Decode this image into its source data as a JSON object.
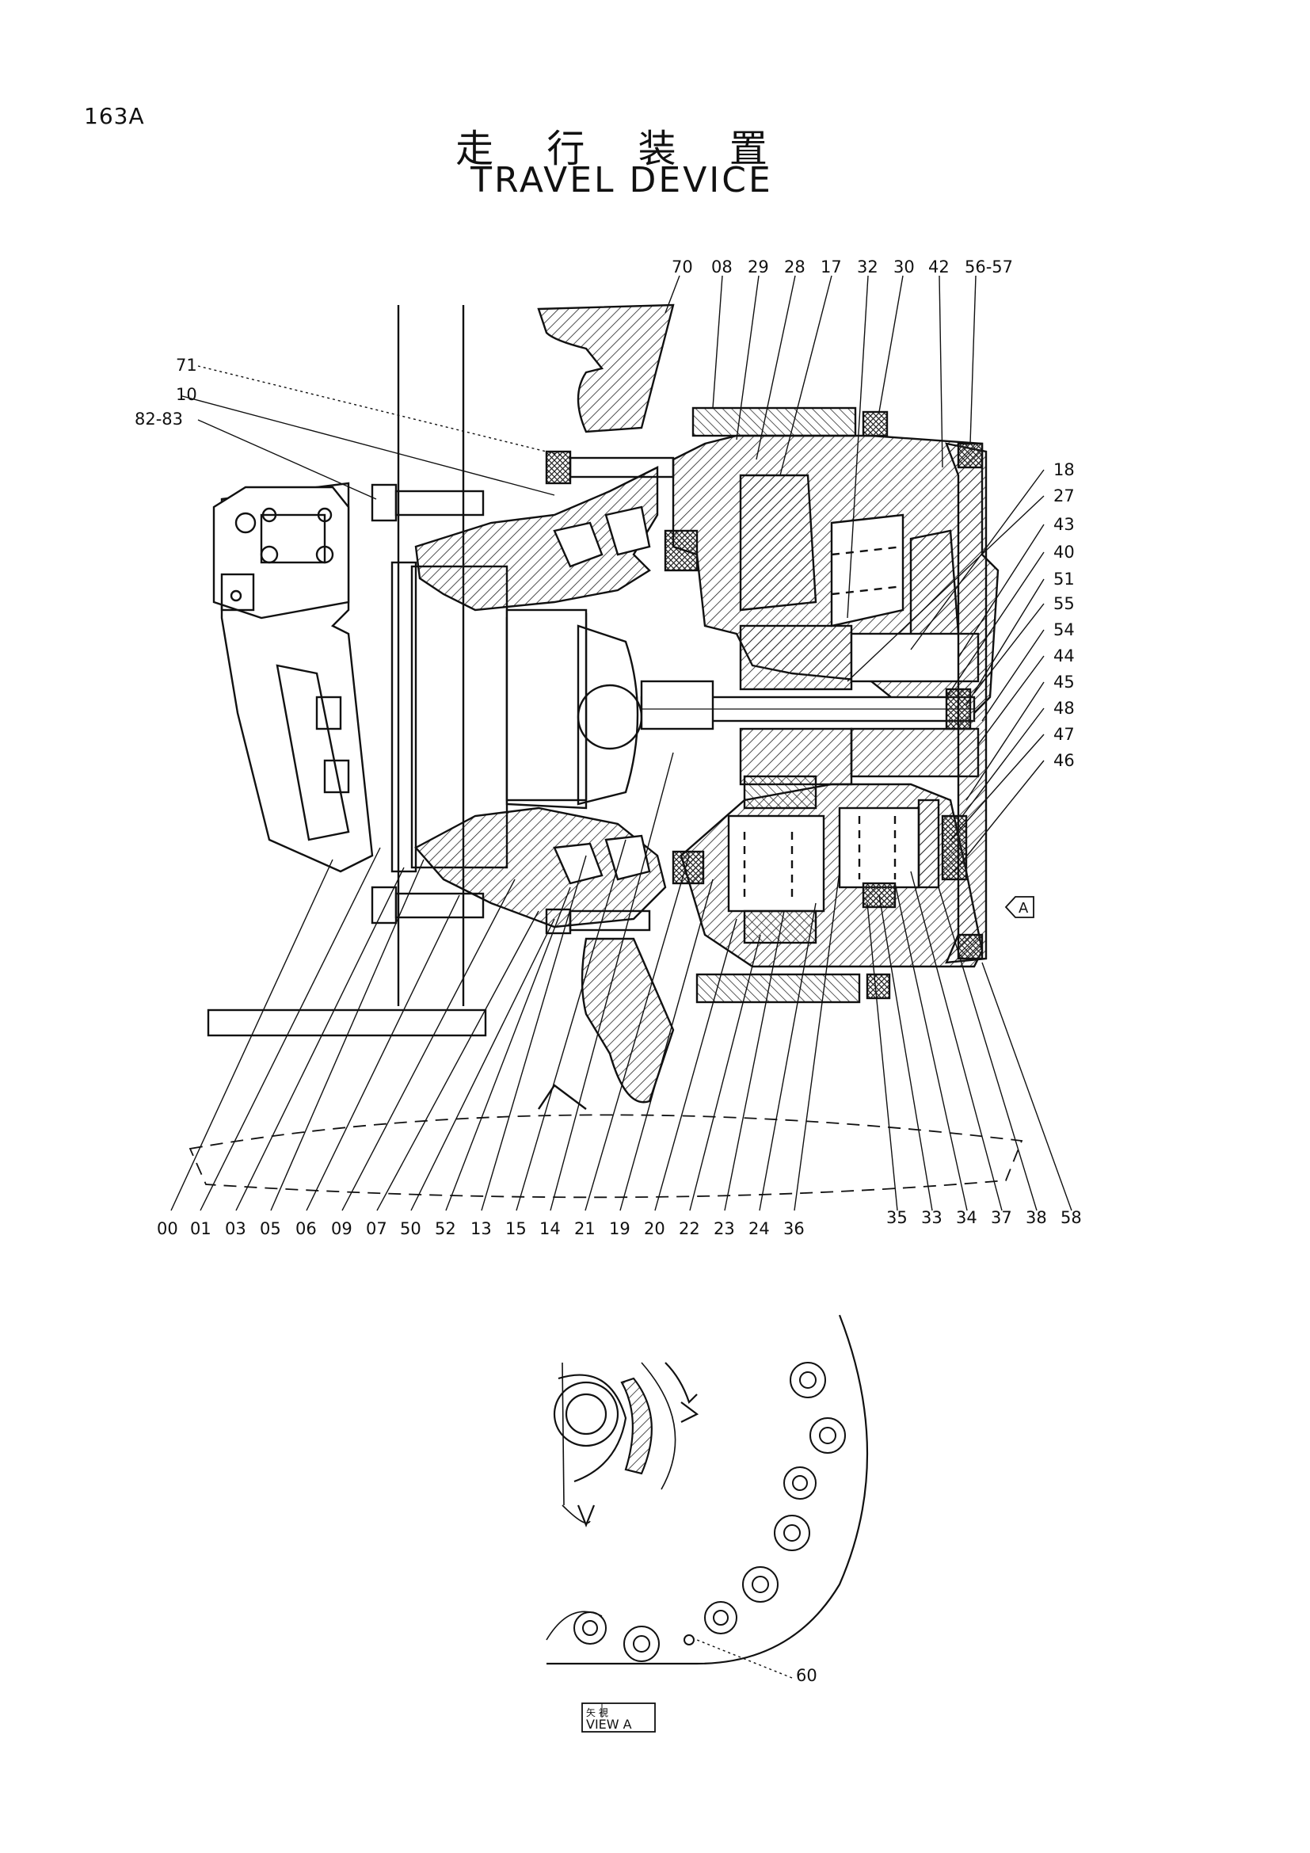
{
  "page_code": "163A",
  "title_jp": "走 行 装 置",
  "title_en": "TRAVEL DEVICE",
  "view_label": {
    "top": "矢 視",
    "bottom": "VIEW  A"
  },
  "view_marker": "A",
  "callouts_top": [
    "70",
    "08",
    "29",
    "28",
    "17",
    "32",
    "30",
    "42",
    "56-57"
  ],
  "callouts_left": [
    "71",
    "10",
    "82-83"
  ],
  "callouts_right": [
    "18",
    "27",
    "43",
    "40",
    "51",
    "55",
    "54",
    "44",
    "45",
    "48",
    "47",
    "46"
  ],
  "callouts_bottom_left": [
    "00",
    "01",
    "03",
    "05",
    "06",
    "09",
    "07",
    "50",
    "52",
    "13",
    "15",
    "14",
    "21",
    "19",
    "20",
    "22",
    "23",
    "24",
    "36"
  ],
  "callouts_bottom_right": [
    "35",
    "33",
    "34",
    "37",
    "38",
    "58"
  ],
  "callout_view": "60"
}
